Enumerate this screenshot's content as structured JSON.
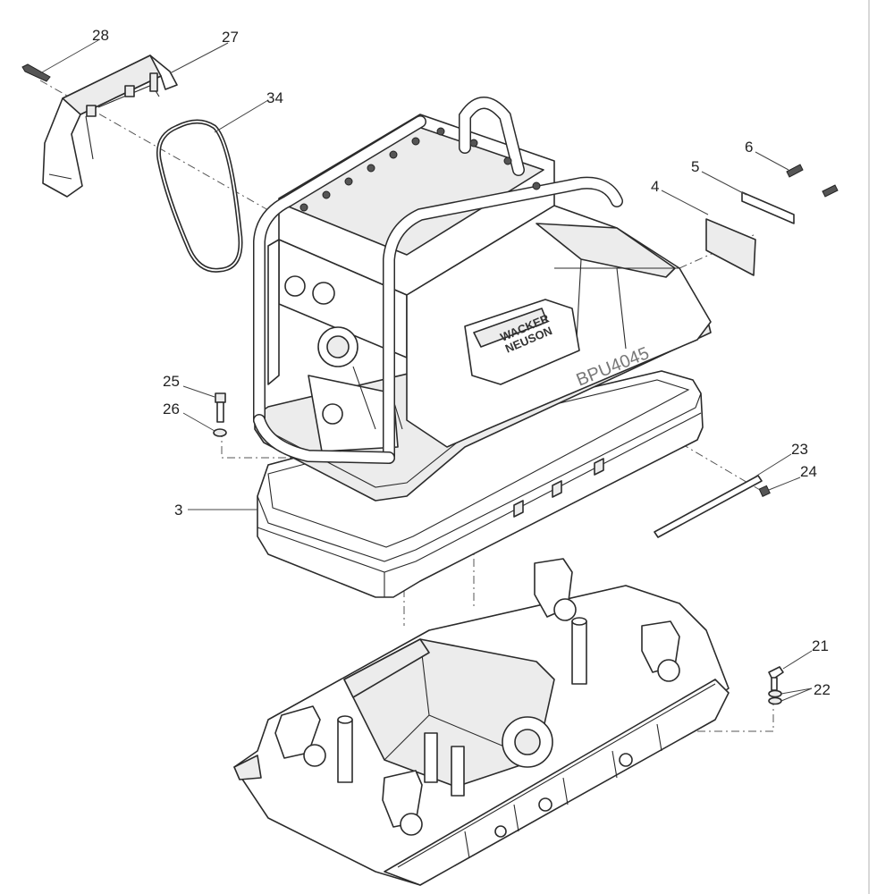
{
  "labels": {
    "p28": "28",
    "p27": "27",
    "p34": "34",
    "p6": "6",
    "p5": "5",
    "p4": "4",
    "p25": "25",
    "p26": "26",
    "p3": "3",
    "p23": "23",
    "p24": "24",
    "p21": "21",
    "p22": "22"
  },
  "branding": {
    "brand_line1": "WACKER",
    "brand_line2": "NEUSON",
    "model": "BPU4045"
  },
  "colors": {
    "line": "#2b2b2b",
    "fill": "#ffffff",
    "shade": "#ececec",
    "right_border": "#cccccc"
  }
}
